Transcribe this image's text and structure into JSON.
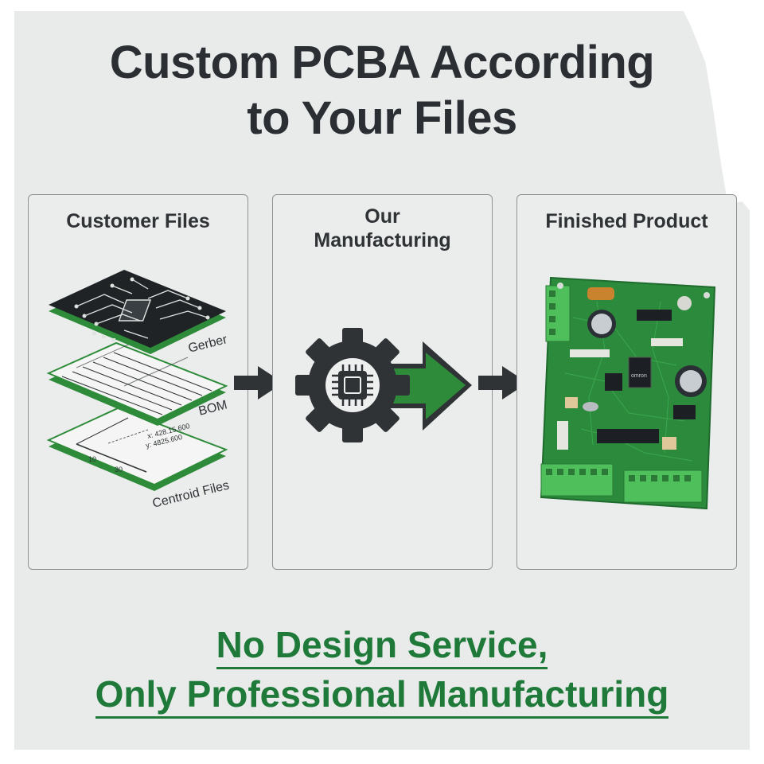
{
  "title": {
    "line1": "Custom PCBA According",
    "line2": "to Your Files"
  },
  "panels": [
    {
      "heading": "Customer Files",
      "layers": [
        {
          "label": "Gerber"
        },
        {
          "label": "BOM"
        },
        {
          "label": "Centroid Files"
        }
      ],
      "centroid": {
        "coord1": "x: 428.15,600",
        "coord2": "y: 4825.600",
        "tick1": "10",
        "tick2": "30"
      }
    },
    {
      "heading_line1": "Our",
      "heading_line2": "Manufacturing",
      "icons": [
        "gear-icon",
        "chip-icon",
        "arrow-right-icon"
      ]
    },
    {
      "heading": "Finished Product",
      "relay_text": "omron",
      "image": "pcb-board-photo"
    }
  ],
  "tagline": {
    "line1": "No Design Service,",
    "line2": "Only Professional Manufacturing"
  },
  "colors": {
    "title": "#2b2f33",
    "accent_green": "#1f7a3a",
    "pcb_green": "#2e8b3a",
    "panel_border": "#8f9395",
    "dark_icon": "#2f3336"
  }
}
